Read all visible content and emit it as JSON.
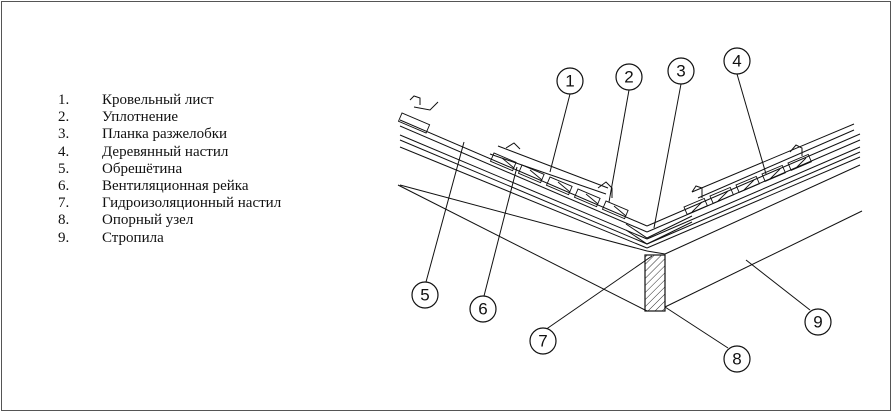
{
  "legend": [
    {
      "num": "1.",
      "label": "Кровельный лист"
    },
    {
      "num": "2.",
      "label": "Уплотнение"
    },
    {
      "num": "3.",
      "label": "Планка разжелобки"
    },
    {
      "num": "4.",
      "label": "Деревянный настил"
    },
    {
      "num": "5.",
      "label": "Обрешётина"
    },
    {
      "num": "6.",
      "label": "Вентиляционная рейка"
    },
    {
      "num": "7.",
      "label": "Гидроизоляционный настил"
    },
    {
      "num": "8.",
      "label": "Опорный узел"
    },
    {
      "num": "9.",
      "label": "Стропила"
    }
  ],
  "callouts": [
    "1",
    "2",
    "3",
    "4",
    "5",
    "6",
    "7",
    "8",
    "9"
  ],
  "colors": {
    "line": "#111111",
    "frame": "#555555"
  }
}
